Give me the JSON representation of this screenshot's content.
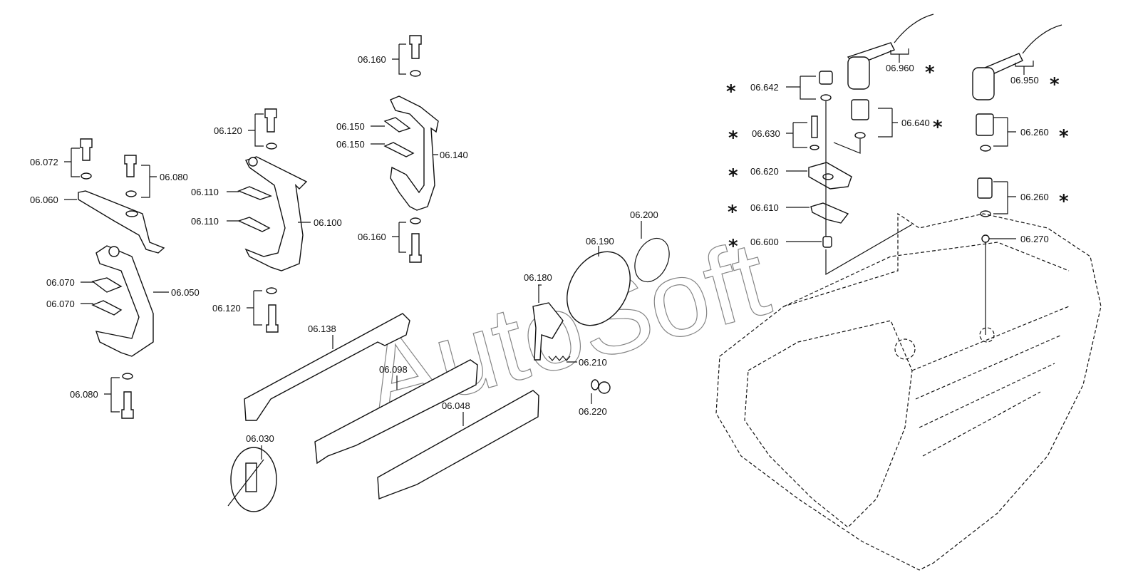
{
  "watermark": "AutoSoft",
  "labels": {
    "l06160a": "06.160",
    "l06160b": "06.160",
    "l06120a": "06.120",
    "l06120b": "06.120",
    "l06150a": "06.150",
    "l06150b": "06.150",
    "l06140": "06.140",
    "l06072": "06.072",
    "l06080a": "06.080",
    "l06060": "06.060",
    "l06110a": "06.110",
    "l06110b": "06.110",
    "l06100": "06.100",
    "l06070a": "06.070",
    "l06070b": "06.070",
    "l06050": "06.050",
    "l06080b": "06.080",
    "l06138": "06.138",
    "l06098": "06.098",
    "l06048": "06.048",
    "l06030": "06.030",
    "l06180": "06.180",
    "l06190": "06.190",
    "l06200": "06.200",
    "l06210": "06.210",
    "l06220": "06.220",
    "l06642": "06.642",
    "l06960": "06.960",
    "l06950": "06.950",
    "l06630": "06.630",
    "l06640": "06.640",
    "l06260a": "06.260",
    "l06620": "06.620",
    "l06260b": "06.260",
    "l06610": "06.610",
    "l06600": "06.600",
    "l06270": "06.270"
  },
  "marker": "*"
}
